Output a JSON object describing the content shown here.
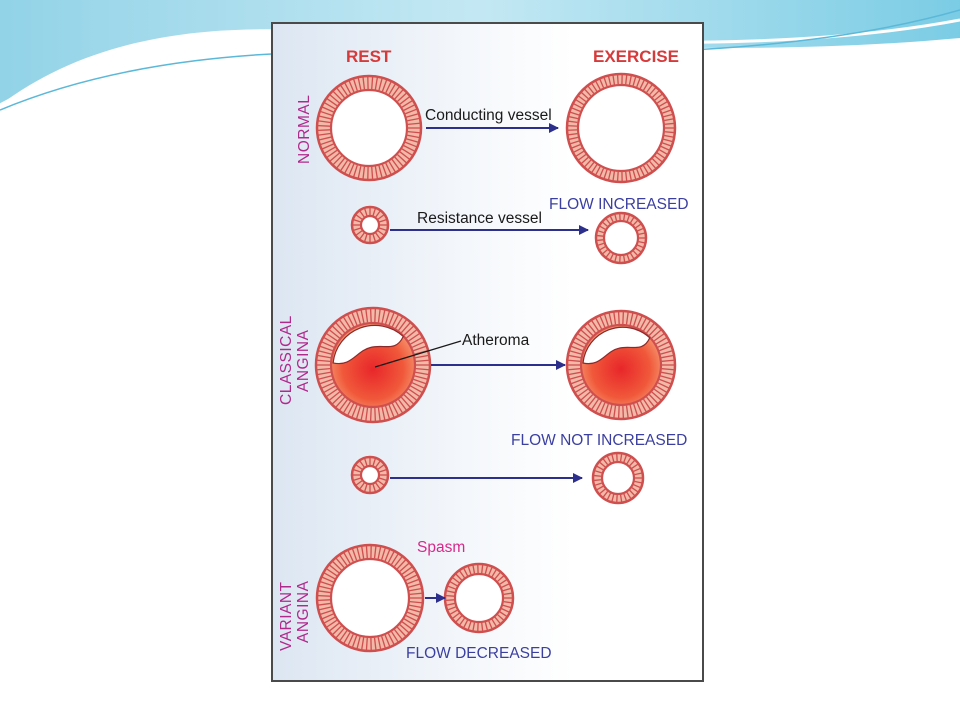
{
  "figure": {
    "column_headers": {
      "rest": "REST",
      "exercise": "EXERCISE"
    },
    "rows": {
      "normal": "NORMAL",
      "classical_line1": "CLASSICAL",
      "classical_line2": "ANGINA",
      "variant_line1": "VARIANT",
      "variant_line2": "ANGINA"
    },
    "labels": {
      "conducting_vessel": "Conducting vessel",
      "resistance_vessel": "Resistance vessel",
      "atheroma": "Atheroma",
      "spasm": "Spasm",
      "flow_increased": "FLOW INCREASED",
      "flow_not_increased": "FLOW  NOT INCREASED",
      "flow_decreased": "FLOW DECREASED"
    }
  },
  "colors": {
    "vessel_wall": "#cf4e4e",
    "vessel_wall_light": "#f2b9a8",
    "arrow": "#2c2f8c",
    "header_red": "#d63a3a",
    "row_label_purple": "#b02a8c",
    "flow_blue": "#3b3fa0",
    "atheroma": "#e8262a"
  }
}
